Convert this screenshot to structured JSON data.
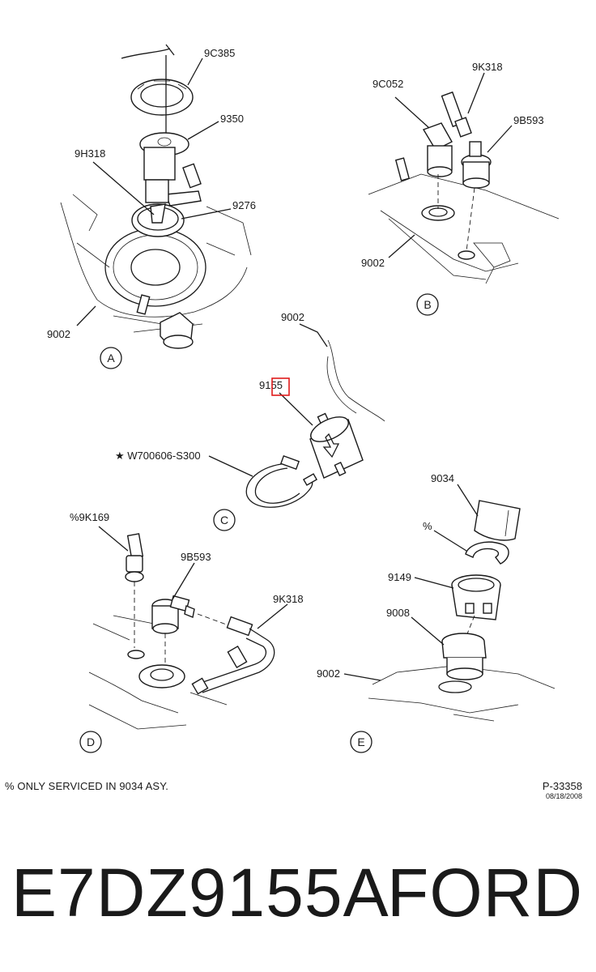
{
  "callouts": {
    "a_9c385": "9C385",
    "a_9350": "9350",
    "a_9h318": "9H318",
    "a_9276": "9276",
    "a_9002": "9002",
    "b_9c052": "9C052",
    "b_9k318": "9K318",
    "b_9b593": "9B593",
    "b_9002": "9002",
    "c_9002": "9002",
    "c_9155": "9155",
    "c_w700606": "★ W700606-S300",
    "d_9k169": "%9K169",
    "d_9b593": "9B593",
    "d_9k318": "9K318",
    "e_9034": "9034",
    "e_pct": "%",
    "e_9149": "9149",
    "e_9008": "9008",
    "e_9002": "9002"
  },
  "view_labels": {
    "a": "A",
    "b": "B",
    "c": "C",
    "d": "D",
    "e": "E"
  },
  "footnote": "% ONLY SERVICED IN 9034 ASY.",
  "reference": {
    "code": "P-33358",
    "date": "08/18/2008"
  },
  "part_number": "E7DZ9155A",
  "brand": "FORD",
  "colors": {
    "line": "#1a1a1a",
    "highlight_box": "#e01b1b",
    "background": "#ffffff"
  }
}
